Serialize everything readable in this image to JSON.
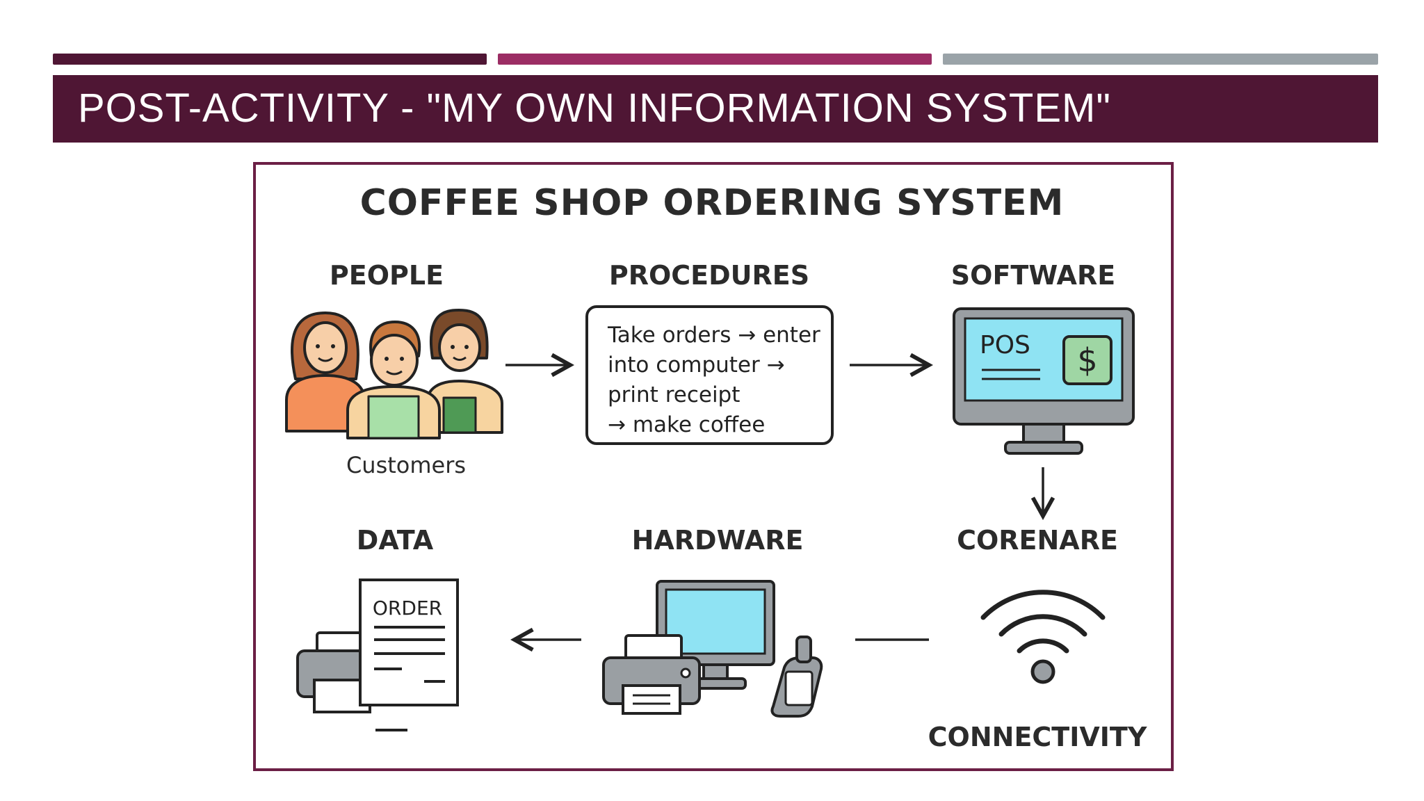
{
  "slide_title": "POST-ACTIVITY - \"MY OWN INFORMATION SYSTEM\"",
  "diagram": {
    "title": "COFFEE SHOP ORDERING SYSTEM",
    "people": {
      "heading": "PEOPLE",
      "caption": "Customers"
    },
    "procedures": {
      "heading": "PROCEDURES",
      "lines": [
        "Take orders → enter",
        "into computer →",
        "print receipt",
        "→ make coffee"
      ]
    },
    "software": {
      "heading": "SOFTWARE",
      "screen_text": "POS",
      "badge": "$"
    },
    "corenare": {
      "heading": "CORENARE"
    },
    "connectivity": {
      "heading": "CONNECTIVITY"
    },
    "hardware": {
      "heading": "HARDWARE"
    },
    "data": {
      "heading": "DATA",
      "document_label": "ORDER"
    }
  },
  "colors": {
    "title_band": "#4f1634",
    "accent_bar_1": "#4f1634",
    "accent_bar_2": "#9b2d64",
    "accent_bar_3": "#9aa3a8",
    "frame_border": "#6b1f45",
    "screen_cyan": "#8fe3f3",
    "money_green": "#9fd6a4"
  }
}
